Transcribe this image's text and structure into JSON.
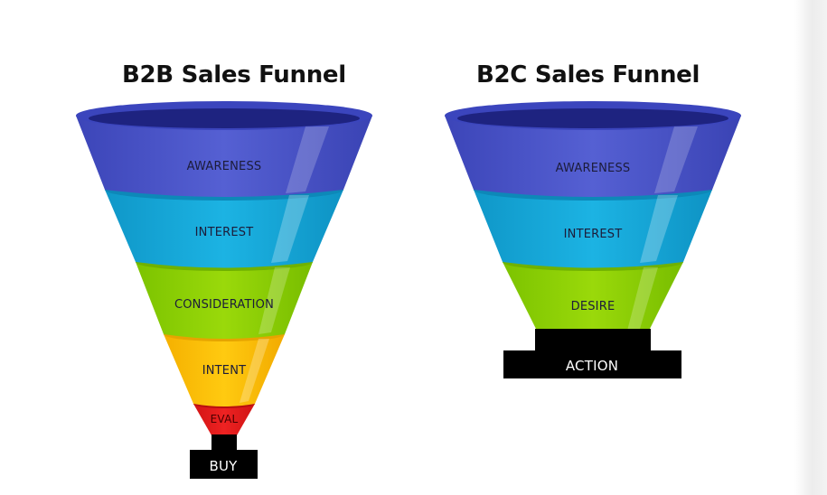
{
  "b2b": {
    "title": "B2B Sales Funnel",
    "stages": [
      "AWARENESS",
      "INTEREST",
      "CONSIDERATION",
      "INTENT",
      "EVAL"
    ],
    "base": "BUY"
  },
  "b2c": {
    "title": "B2C Sales Funnel",
    "stages": [
      "AWARENESS",
      "INTEREST",
      "DESIRE"
    ],
    "base": "ACTION"
  },
  "colors": {
    "awareness": "#4b56c9",
    "interest": "#14a6d6",
    "consideration": "#8fd400",
    "intent": "#ffbf00",
    "eval": "#e51e1e",
    "base": "#000000"
  }
}
